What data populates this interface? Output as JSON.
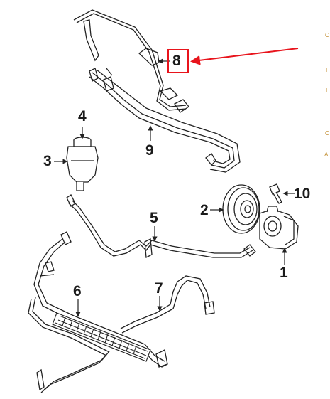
{
  "diagram": {
    "callouts": {
      "p1": "1",
      "p2": "2",
      "p3": "3",
      "p4": "4",
      "p5": "5",
      "p6": "6",
      "p7": "7",
      "p8": "8",
      "p9": "9",
      "p10": "10"
    },
    "highlight": {
      "part": "8",
      "box_color": "#e8141c",
      "arrow_color": "#e8141c"
    },
    "edge_marks": [
      "C",
      "I",
      "I",
      "C",
      "A"
    ]
  }
}
